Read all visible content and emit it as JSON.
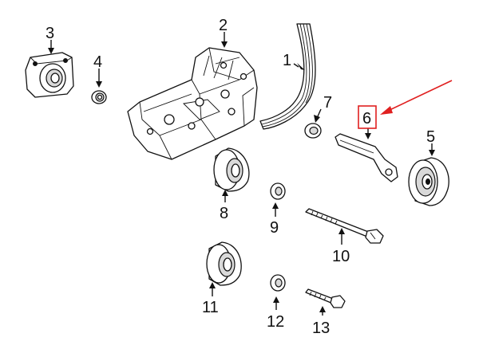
{
  "callouts": {
    "c1": "1",
    "c2": "2",
    "c3": "3",
    "c4": "4",
    "c5": "5",
    "c6": "6",
    "c7": "7",
    "c8": "8",
    "c9": "9",
    "c10": "10",
    "c11": "11",
    "c12": "12",
    "c13": "13"
  },
  "highlight": {
    "callout": "6",
    "color": "#e02020"
  },
  "colors": {
    "line": "#111111",
    "background": "#ffffff"
  }
}
